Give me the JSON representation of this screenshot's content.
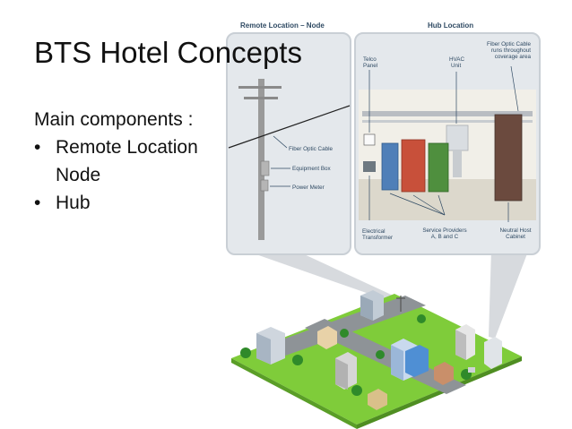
{
  "slide": {
    "title": "BTS Hotel Concepts",
    "intro": "Main components :",
    "bullet_char": "•",
    "bullets": [
      {
        "line1": "Remote Location",
        "line2": "Node"
      },
      {
        "line1": "Hub"
      }
    ]
  },
  "figure": {
    "remote_header": "Remote Location – Node",
    "hub_header": "Hub Location",
    "remote_labels": {
      "fiber": "Fiber Optic Cable",
      "equipment": "Equipment Box",
      "meter": "Power Meter"
    },
    "hub_labels": {
      "telco1": "Telco",
      "telco2": "Panel",
      "hvac1": "HVAC",
      "hvac2": "Unit",
      "fiber1": "Fiber Optic Cable",
      "fiber2": "runs throughout",
      "fiber3": "coverage area",
      "elec1": "Electrical",
      "elec2": "Transformer",
      "sp1": "Service Providers",
      "sp2": "A, B and C",
      "nh1": "Neutral Host",
      "nh2": "Cabinet"
    },
    "colors": {
      "panel_bg": "#e4e8ec",
      "panel_border": "#c9cfd5",
      "grass": "#7fcc3a",
      "road": "#8e9397",
      "provider_a": "#4f7fb8",
      "provider_b": "#c8503a",
      "provider_c": "#4f8f3e",
      "neutral_host": "#6b4a3e"
    }
  }
}
